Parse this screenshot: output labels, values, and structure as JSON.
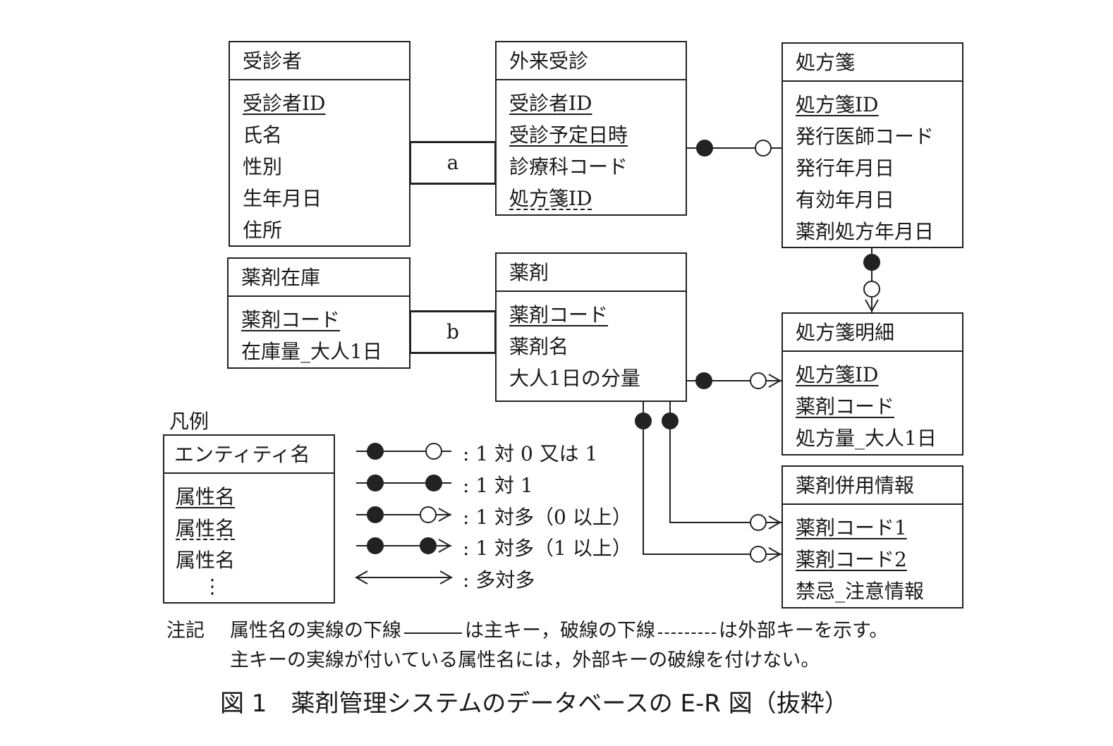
{
  "entities": {
    "patient": {
      "name": "受診者",
      "attrs": [
        "受診者ID",
        "氏名",
        "性別",
        "生年月日",
        "住所"
      ]
    },
    "visit": {
      "name": "外来受診",
      "attrs": [
        "受診者ID",
        "受診予定日時",
        "診療科コード",
        "処方箋ID"
      ]
    },
    "prescription": {
      "name": "処方箋",
      "attrs": [
        "処方箋ID",
        "発行医師コード",
        "発行年月日",
        "有効年月日",
        "薬剤処方年月日"
      ]
    },
    "drug_stock": {
      "name": "薬剤在庫",
      "attrs": [
        "薬剤コード",
        "在庫量_大人1日"
      ]
    },
    "drug": {
      "name": "薬剤",
      "attrs": [
        "薬剤コード",
        "薬剤名",
        "大人1日の分量"
      ]
    },
    "prescription_detail": {
      "name": "処方箋明細",
      "attrs": [
        "処方箋ID",
        "薬剤コード",
        "処方量_大人1日"
      ]
    },
    "drug_interaction": {
      "name": "薬剤併用情報",
      "attrs": [
        "薬剤コード1",
        "薬剤コード2",
        "禁忌_注意情報"
      ]
    }
  },
  "relations": {
    "a": "a",
    "b": "b"
  },
  "legend": {
    "title": "凡例",
    "entity_name": "エンティティ名",
    "attr_names": [
      "属性名",
      "属性名",
      "属性名"
    ],
    "ellipsis": "⋮",
    "items": [
      ": 1 対 0 又は 1",
      ": 1 対 1",
      ": 1 対多（0 以上）",
      ": 1 対多（1 以上）",
      ": 多対多"
    ]
  },
  "note": {
    "label": "注記",
    "line1a": "属性名の実線の下線",
    "line1b": "は主キー，破線の下線",
    "line1c": "は外部キーを示す。",
    "line2": "主キーの実線が付いている属性名には，外部キーの破線を付けない。"
  },
  "caption": "図 1　薬剤管理システムのデータベースの E-R 図（抜粋）"
}
